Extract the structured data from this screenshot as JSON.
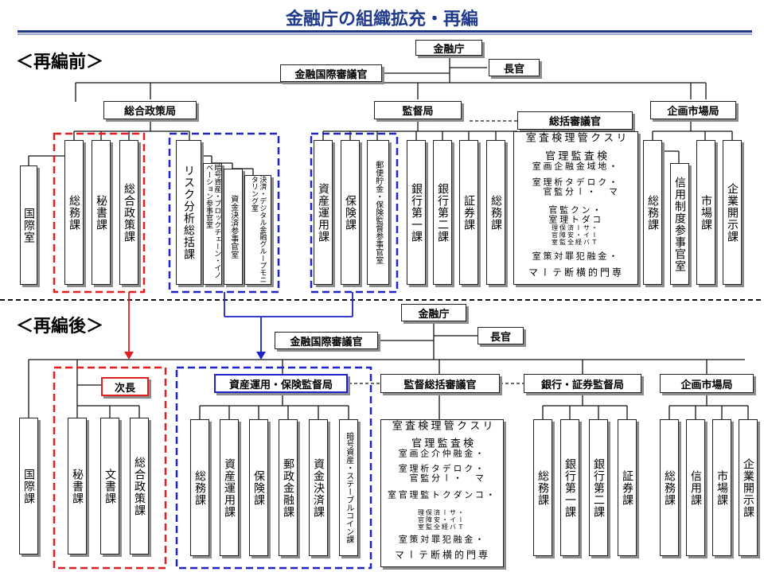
{
  "title": "金融庁の組織拡充・再編",
  "before": {
    "label": "＜再編前＞",
    "top": "金融庁",
    "chokan": "長官",
    "kokusai": "金融国際審議官",
    "bureaus": [
      "総合政策局",
      "監督局",
      "総括審議官",
      "企画市場局"
    ],
    "sogo_cols": [
      "国際室",
      "総務課",
      "秘書課",
      "総合政策課"
    ],
    "risk_cols": [
      "リスク分析総括課",
      "暗号資産・ブロックチェーン・イノベーション参事官室",
      "資金決済参事官室",
      "決済・デジタル金融グループモニタリング室"
    ],
    "kantoku_cols": [
      "資産運用課",
      "保険課",
      "郵便貯金・保険監督参事官室",
      "銀行第一課",
      "銀行第二課",
      "証券課",
      "総務課"
    ],
    "sokatsu_lines": [
      "リスク管理検査室",
      "検査監理官",
      "・地域金融企画室",
      "・マクロ・データ分析監理官室",
      "・コンダクト監理官室",
      "・ーTサイバー・経済安全保障監理官室",
      "・金融犯罪対策室",
      "専門的横断テーマ"
    ],
    "kikaku_cols": [
      "総務課",
      "信用制度参事官室",
      "市場課",
      "企業開示課"
    ]
  },
  "after": {
    "label": "＜再編後＞",
    "top": "金融庁",
    "chokan": "長官",
    "kokusai": "金融国際審議官",
    "jicho": "次長",
    "bureaus": [
      "資産運用・保険監督局",
      "監督総括審議官",
      "銀行・証券監督局",
      "企画市場局"
    ],
    "left_cols": [
      "国際課",
      "秘書課",
      "文書課",
      "総合政策課"
    ],
    "shisan_cols": [
      "総務課",
      "資産運用課",
      "保険課",
      "郵政金融課",
      "資金決済課",
      "暗号資産・ステーブルコイン課"
    ],
    "sokatsu_lines": [
      "リスク管理検査室",
      "検査監理官",
      "・金融仲介企画室",
      "・マクロ・データ分析監理官室",
      "・コンダクト監理官室",
      "・ーTサイバー・経済安全保障監理官室",
      "・金融犯罪対策室",
      "専門的横断テーマ"
    ],
    "ginko_cols": [
      "総務課",
      "銀行第一課",
      "銀行第二課",
      "証券課"
    ],
    "kikaku_cols": [
      "総務課",
      "信用課",
      "市場課",
      "企業開示課"
    ]
  }
}
